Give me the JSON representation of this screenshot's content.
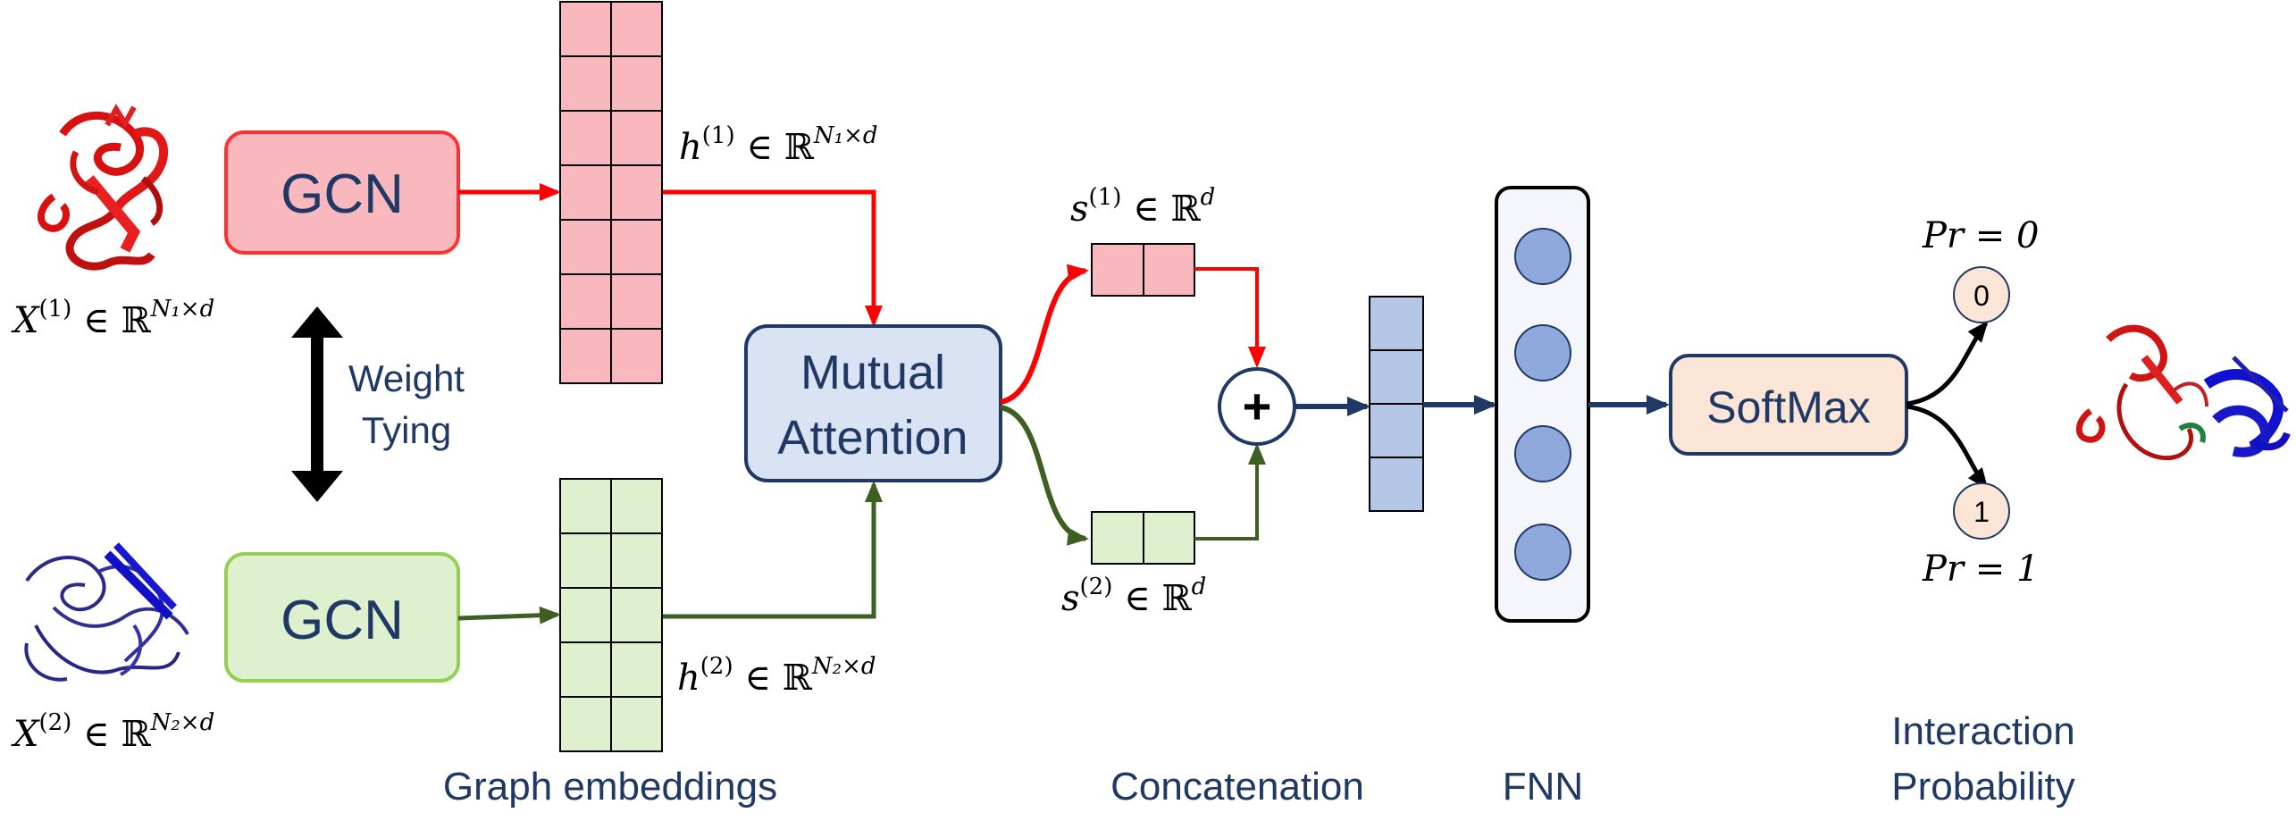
{
  "gcn_top": {
    "label": "GCN"
  },
  "gcn_bottom": {
    "label": "GCN"
  },
  "weight_tying": {
    "line1": "Weight",
    "line2": "Tying"
  },
  "mutual_attention": {
    "line1": "Mutual",
    "line2": "Attention"
  },
  "softmax": {
    "label": "SoftMax"
  },
  "plus": {
    "symbol": "+"
  },
  "math": {
    "x1": {
      "base": "X",
      "sup": "(1)",
      "rel": " ∈ ℝ",
      "dim": "N₁×d"
    },
    "x2": {
      "base": "X",
      "sup": "(2)",
      "rel": " ∈ ℝ",
      "dim": "N₂×d"
    },
    "h1": {
      "base": "h",
      "sup": "(1)",
      "rel": " ∈ ℝ",
      "dim": "N₁×d"
    },
    "h2": {
      "base": "h",
      "sup": "(2)",
      "rel": " ∈ ℝ",
      "dim": "N₂×d"
    },
    "s1": {
      "base": "s",
      "sup": "(1)",
      "rel": " ∈ ℝ",
      "dim": "d"
    },
    "s2": {
      "base": "s",
      "sup": "(2)",
      "rel": " ∈ ℝ",
      "dim": "d"
    },
    "pr0": "Pr = 0",
    "pr1": "Pr = 1"
  },
  "outputs": {
    "zero": "0",
    "one": "1"
  },
  "captions": {
    "graph_embeddings": "Graph embeddings",
    "concatenation": "Concatenation",
    "fnn": "FNN",
    "interaction_line1": "Interaction",
    "interaction_line2": "Probability"
  },
  "colors": {
    "protein1": "#e01010",
    "protein2": "#1010c8",
    "pink_fill": "#f9b8bd",
    "green_fill": "#dff0cf",
    "green_arrow": "#3d5f22",
    "red_arrow": "#ff0000",
    "navy": "#1f3864",
    "blue_cell": "#b4c7e7",
    "node_fill": "#8fa9dc",
    "softmax_fill": "#fbe5d6",
    "attention_fill": "#dae3f3"
  }
}
